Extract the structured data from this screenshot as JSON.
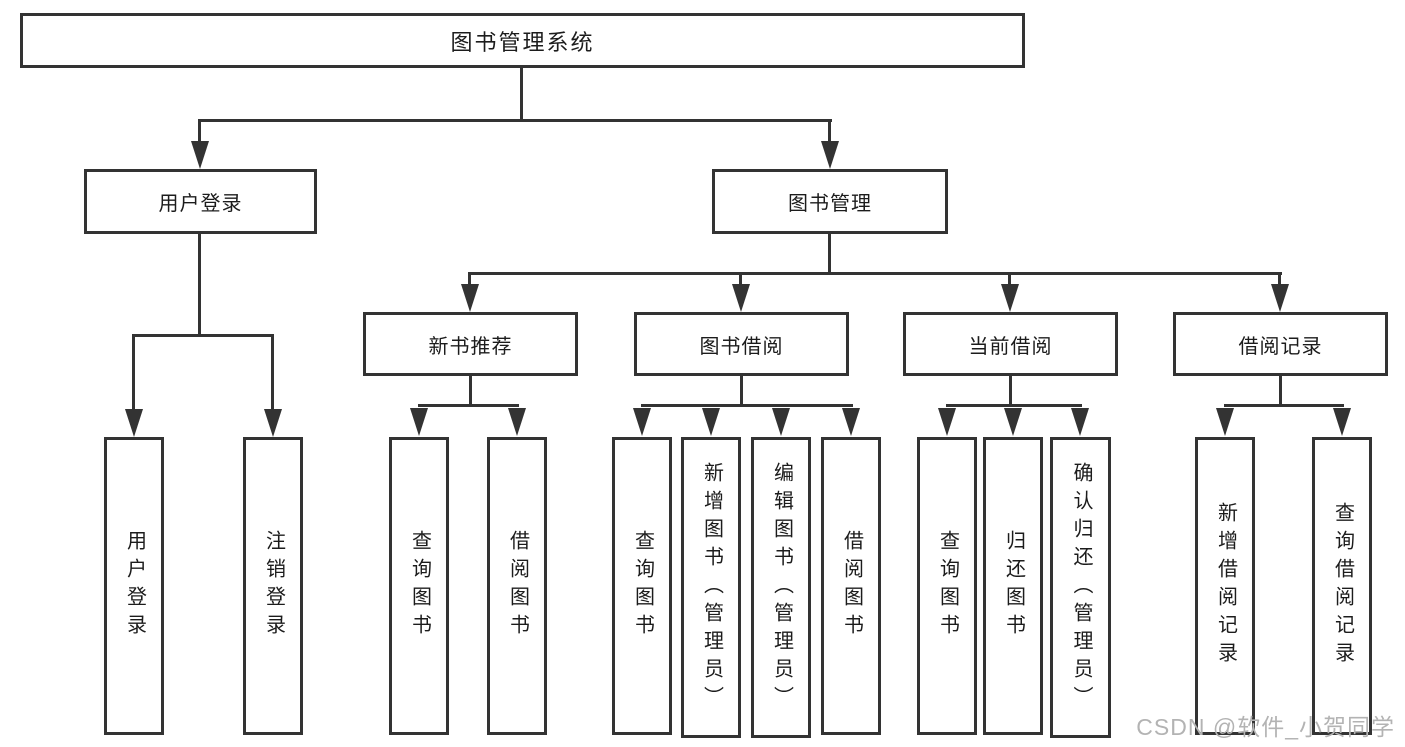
{
  "tree": {
    "root": {
      "label": "图书管理系统"
    },
    "children": [
      {
        "label": "用户登录",
        "children": [
          {
            "label": "用户登录"
          },
          {
            "label": "注销登录"
          }
        ]
      },
      {
        "label": "图书管理",
        "children": [
          {
            "label": "新书推荐",
            "children": [
              {
                "label": "查询图书"
              },
              {
                "label": "借阅图书"
              }
            ]
          },
          {
            "label": "图书借阅",
            "children": [
              {
                "label": "查询图书"
              },
              {
                "label": "新增图书（管理员）"
              },
              {
                "label": "编辑图书（管理员）"
              },
              {
                "label": "借阅图书"
              }
            ]
          },
          {
            "label": "当前借阅",
            "children": [
              {
                "label": "查询图书"
              },
              {
                "label": "归还图书"
              },
              {
                "label": "确认归还（管理员）"
              }
            ]
          },
          {
            "label": "借阅记录",
            "children": [
              {
                "label": "新增借阅记录"
              },
              {
                "label": "查询借阅记录"
              }
            ]
          }
        ]
      }
    ]
  },
  "watermark": {
    "text": "CSDN @软件_小贺同学"
  },
  "colors": {
    "line": "#333333",
    "box_border": "#333333",
    "text": "#1c1c1c",
    "watermark": "#b3b3b3",
    "background": "#ffffff"
  }
}
